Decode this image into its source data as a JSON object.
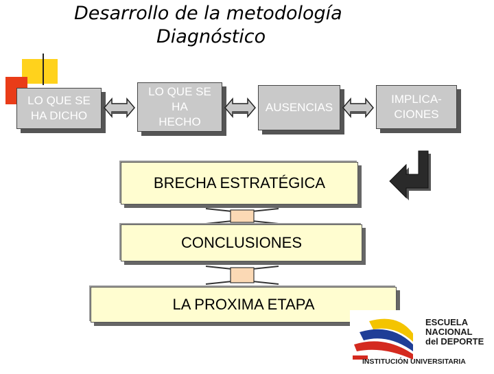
{
  "title": {
    "line1": "Desarrollo de la metodología",
    "line2": "Diagnóstico"
  },
  "boxes": {
    "dicho": "LO QUE SE\nHA DICHO",
    "hecho": "LO QUE SE\nHA\nHECHO",
    "ausencias": "AUSENCIAS",
    "implicaciones": "IMPLICA-\nCIONES"
  },
  "panels": {
    "brecha": "BRECHA ESTRATÉGICA",
    "conclusiones": "CONCLUSIONES",
    "proxima_etapa": "LA PROXIMA ETAPA"
  },
  "logo": {
    "line1": "ESCUELA",
    "line2": "NACIONAL",
    "line3": "del DEPORTE",
    "tagline": "INSTITUCIÓN UNIVERSITARIA"
  },
  "colors": {
    "logo_yellow": "#f4c400",
    "logo_blue": "#1f3e97",
    "logo_red": "#d42a1f",
    "box_fill": "#c9c9c9",
    "panel_fill": "#fffdd0",
    "connector_fill": "#fbd9b5"
  }
}
